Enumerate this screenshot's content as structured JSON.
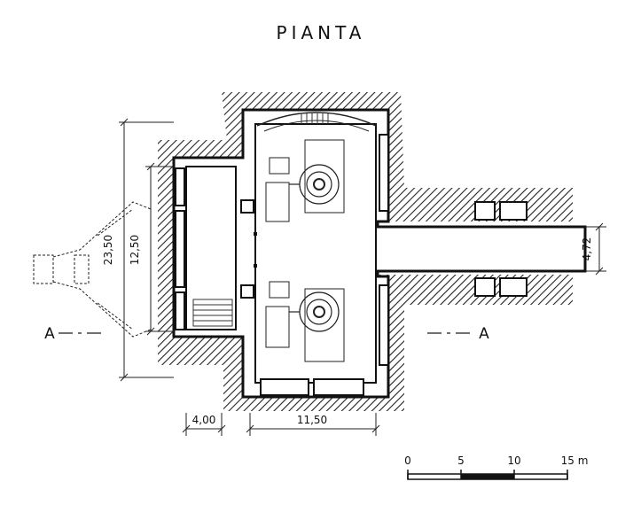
{
  "title": "PIANTA",
  "dimensions": {
    "overall_height": "23,50",
    "inner_height": "12,50",
    "corridor_width": "4,72",
    "left_width": "4,00",
    "main_width": "11,50"
  },
  "section_marks": {
    "left": "A",
    "right": "A"
  },
  "scale_bar": {
    "labels": [
      "0",
      "5",
      "10",
      "15 m"
    ]
  }
}
